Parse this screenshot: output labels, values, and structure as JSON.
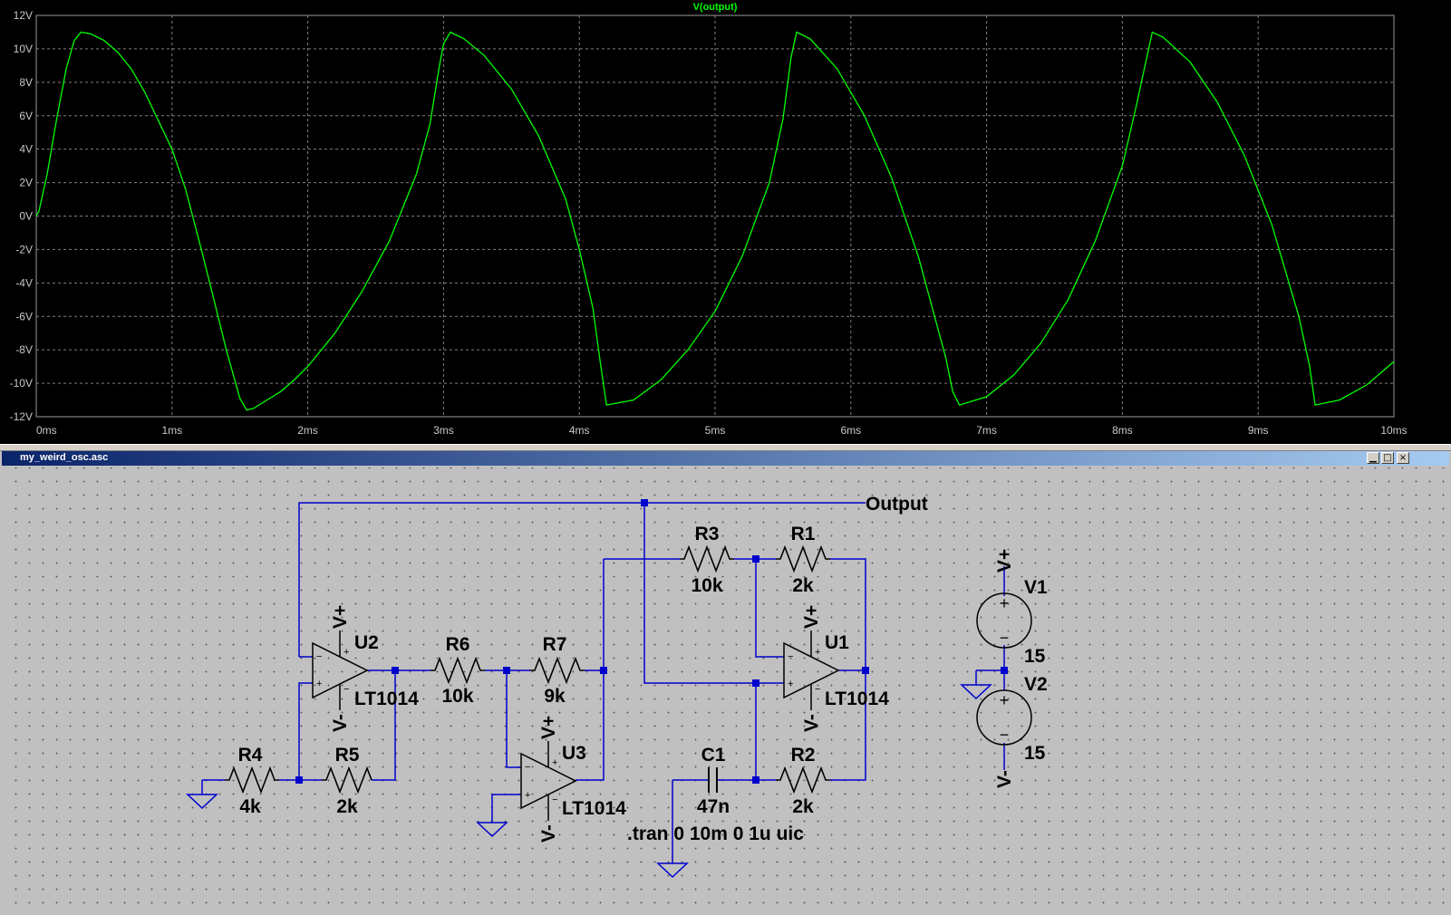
{
  "chart_data": {
    "type": "line",
    "title": "V(output)",
    "x_ticks": [
      "0ms",
      "1ms",
      "2ms",
      "3ms",
      "4ms",
      "5ms",
      "6ms",
      "7ms",
      "8ms",
      "9ms",
      "10ms"
    ],
    "y_ticks": [
      "12V",
      "10V",
      "8V",
      "6V",
      "4V",
      "2V",
      "0V",
      "-2V",
      "-4V",
      "-6V",
      "-8V",
      "-10V",
      "-12V"
    ],
    "xlim": [
      0,
      10
    ],
    "ylim": [
      -12,
      12
    ],
    "x_unit": "ms",
    "grid": true,
    "background": "#000000",
    "trace_color": "#00ff00",
    "grid_color": "#808080",
    "series": [
      {
        "name": "V(output)",
        "x": [
          0,
          0.02,
          0.08,
          0.15,
          0.22,
          0.28,
          0.33,
          0.4,
          0.5,
          0.6,
          0.7,
          0.8,
          0.9,
          1.0,
          1.1,
          1.2,
          1.3,
          1.4,
          1.5,
          1.55,
          1.6,
          1.7,
          1.8,
          1.9,
          2.0,
          2.2,
          2.4,
          2.6,
          2.8,
          2.9,
          2.97,
          3.0,
          3.05,
          3.15,
          3.3,
          3.5,
          3.7,
          3.9,
          4.0,
          4.1,
          4.15,
          4.2,
          4.4,
          4.6,
          4.8,
          5.0,
          5.2,
          5.4,
          5.5,
          5.56,
          5.6,
          5.7,
          5.9,
          6.1,
          6.3,
          6.5,
          6.7,
          6.75,
          6.8,
          7.0,
          7.2,
          7.4,
          7.6,
          7.8,
          8.0,
          8.1,
          8.18,
          8.22,
          8.3,
          8.5,
          8.7,
          8.9,
          9.1,
          9.3,
          9.38,
          9.42,
          9.6,
          9.8,
          10.0
        ],
        "y": [
          0,
          0.3,
          2.5,
          5.8,
          8.8,
          10.5,
          11.0,
          10.9,
          10.5,
          9.8,
          8.8,
          7.4,
          5.7,
          4.0,
          1.6,
          -1.5,
          -4.7,
          -8.0,
          -10.9,
          -11.6,
          -11.5,
          -11.0,
          -10.5,
          -9.8,
          -9.0,
          -7.0,
          -4.5,
          -1.5,
          2.5,
          5.5,
          9.0,
          10.3,
          11.0,
          10.6,
          9.6,
          7.6,
          4.8,
          1.0,
          -2.0,
          -5.5,
          -8.5,
          -11.3,
          -11.0,
          -9.8,
          -8.0,
          -5.7,
          -2.4,
          2.0,
          5.8,
          9.5,
          11.0,
          10.6,
          8.8,
          6.0,
          2.3,
          -2.5,
          -8.5,
          -10.5,
          -11.3,
          -10.8,
          -9.5,
          -7.6,
          -5.0,
          -1.5,
          3.0,
          6.5,
          9.5,
          11.0,
          10.7,
          9.2,
          6.8,
          3.6,
          -0.5,
          -6.0,
          -9.0,
          -11.3,
          -11.0,
          -10.1,
          -8.7
        ]
      }
    ]
  },
  "window": {
    "title": "my_weird_osc.asc",
    "minimize": "▁",
    "maximize": "□",
    "close": "×"
  },
  "schematic": {
    "net_output": "Output",
    "u1": {
      "ref": "U1",
      "model": "LT1014"
    },
    "u2": {
      "ref": "U2",
      "model": "LT1014"
    },
    "u3": {
      "ref": "U3",
      "model": "LT1014"
    },
    "r1": {
      "ref": "R1",
      "value": "2k"
    },
    "r2": {
      "ref": "R2",
      "value": "2k"
    },
    "r3": {
      "ref": "R3",
      "value": "10k"
    },
    "r4": {
      "ref": "R4",
      "value": "4k"
    },
    "r5": {
      "ref": "R5",
      "value": "2k"
    },
    "r6": {
      "ref": "R6",
      "value": "10k"
    },
    "r7": {
      "ref": "R7",
      "value": "9k"
    },
    "c1": {
      "ref": "C1",
      "value": "47n"
    },
    "v1": {
      "ref": "V1",
      "value": "15"
    },
    "v2": {
      "ref": "V2",
      "value": "15"
    },
    "vplus": "V+",
    "vminus": "V-",
    "plus_sign": "+",
    "minus_sign": "−",
    "directive": ".tran 0 10m 0 1u uic",
    "wire_color": "#0000cc",
    "part_color": "#000000"
  }
}
